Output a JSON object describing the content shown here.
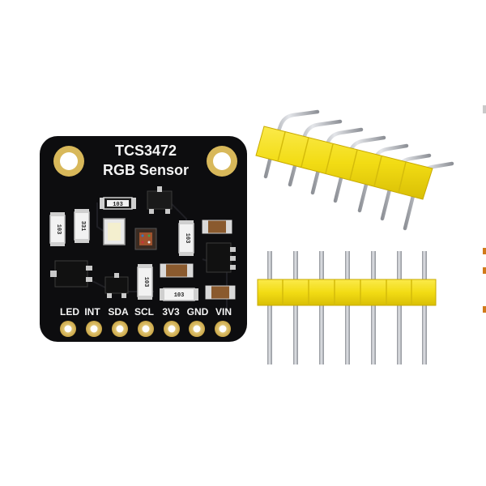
{
  "board": {
    "title_line1": "TCS3472",
    "title_line2": "RGB Sensor",
    "pins": [
      "LED",
      "INT",
      "SDA",
      "SCL",
      "3V3",
      "GND",
      "VIN"
    ],
    "resistor_codes": [
      "103",
      "331",
      "103",
      "103",
      "103",
      "103"
    ]
  },
  "colors": {
    "pcb": "#0d0d0f",
    "gold": "#d8b85a",
    "header_plastic": "#f2dc14",
    "pin_metal": "#b9bcc2",
    "led": "#f4efcf",
    "sensor": "#a0522d"
  }
}
